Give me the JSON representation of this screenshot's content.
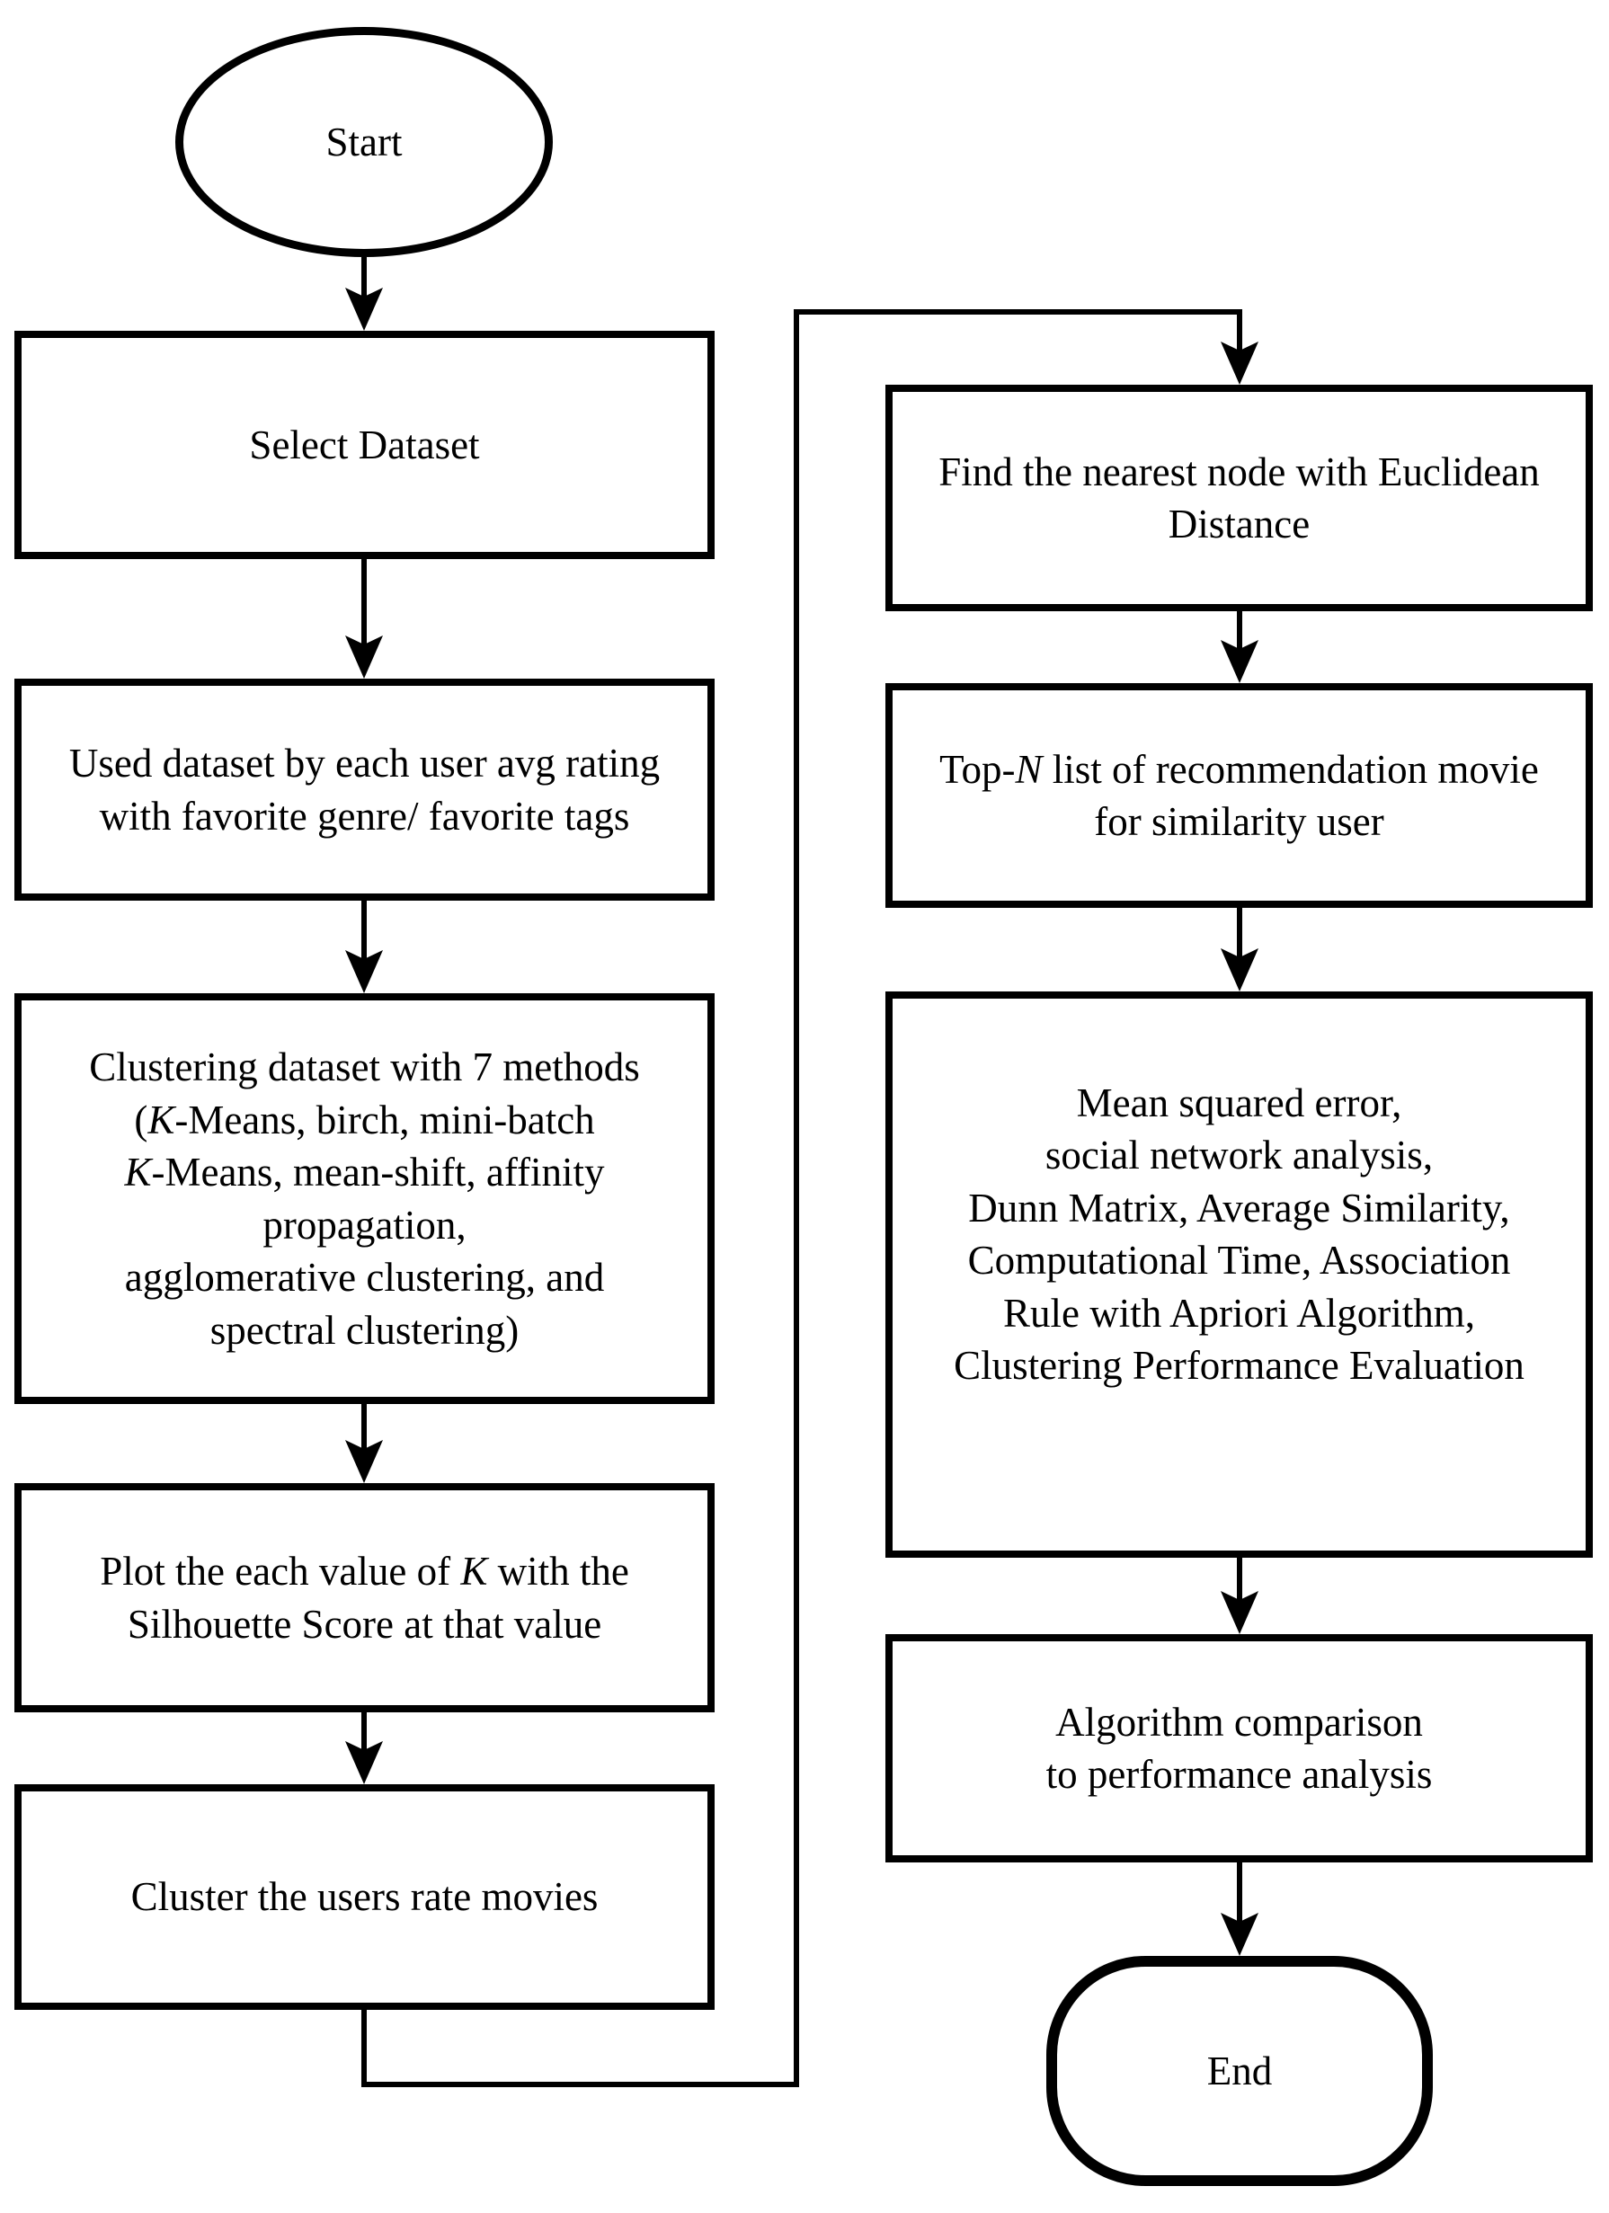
{
  "colors": {
    "ink": "#000000",
    "background": "#ffffff"
  },
  "nodes": {
    "start": {
      "shape": "ellipse",
      "lines": [
        [
          {
            "t": "Start"
          }
        ]
      ]
    },
    "select_dataset": {
      "shape": "rect",
      "lines": [
        [
          {
            "t": "Select Dataset"
          }
        ]
      ]
    },
    "used_dataset": {
      "shape": "rect",
      "lines": [
        [
          {
            "t": "Used dataset by each user avg rating"
          }
        ],
        [
          {
            "t": "with favorite genre/ favorite tags"
          }
        ]
      ]
    },
    "clustering_methods": {
      "shape": "rect",
      "lines": [
        [
          {
            "t": "Clustering dataset with 7 methods"
          }
        ],
        [
          {
            "t": "("
          },
          {
            "t": "K",
            "i": true
          },
          {
            "t": "-Means, birch, mini-batch"
          }
        ],
        [
          {
            "t": "K",
            "i": true
          },
          {
            "t": "-Means, mean-shift, affinity"
          }
        ],
        [
          {
            "t": "propagation,"
          }
        ],
        [
          {
            "t": "agglomerative clustering, and"
          }
        ],
        [
          {
            "t": "spectral clustering)"
          }
        ]
      ]
    },
    "plot_silhouette": {
      "shape": "rect",
      "lines": [
        [
          {
            "t": "Plot the each value of "
          },
          {
            "t": "K",
            "i": true
          },
          {
            "t": " with the"
          }
        ],
        [
          {
            "t": "Silhouette Score at that value"
          }
        ]
      ]
    },
    "cluster_users": {
      "shape": "rect",
      "lines": [
        [
          {
            "t": "Cluster the users rate movies"
          }
        ]
      ]
    },
    "find_nearest": {
      "shape": "rect",
      "lines": [
        [
          {
            "t": "Find the nearest node with Euclidean"
          }
        ],
        [
          {
            "t": "Distance"
          }
        ]
      ]
    },
    "top_n_list": {
      "shape": "rect",
      "lines": [
        [
          {
            "t": "Top-"
          },
          {
            "t": "N",
            "i": true
          },
          {
            "t": " list of recommendation movie"
          }
        ],
        [
          {
            "t": "for similarity user"
          }
        ]
      ]
    },
    "evaluation_metrics": {
      "shape": "rect",
      "lines": [
        [
          {
            "t": "Mean squared error,"
          }
        ],
        [
          {
            "t": "social network analysis,"
          }
        ],
        [
          {
            "t": "Dunn Matrix, Average Similarity,"
          }
        ],
        [
          {
            "t": "Computational Time, Association"
          }
        ],
        [
          {
            "t": "Rule with Apriori Algorithm,"
          }
        ],
        [
          {
            "t": "Clustering Performance Evaluation"
          }
        ]
      ]
    },
    "algorithm_comparison": {
      "shape": "rect",
      "lines": [
        [
          {
            "t": "Algorithm comparison"
          }
        ],
        [
          {
            "t": "to performance analysis"
          }
        ]
      ]
    },
    "end": {
      "shape": "stadium",
      "lines": [
        [
          {
            "t": "End"
          }
        ]
      ]
    }
  }
}
